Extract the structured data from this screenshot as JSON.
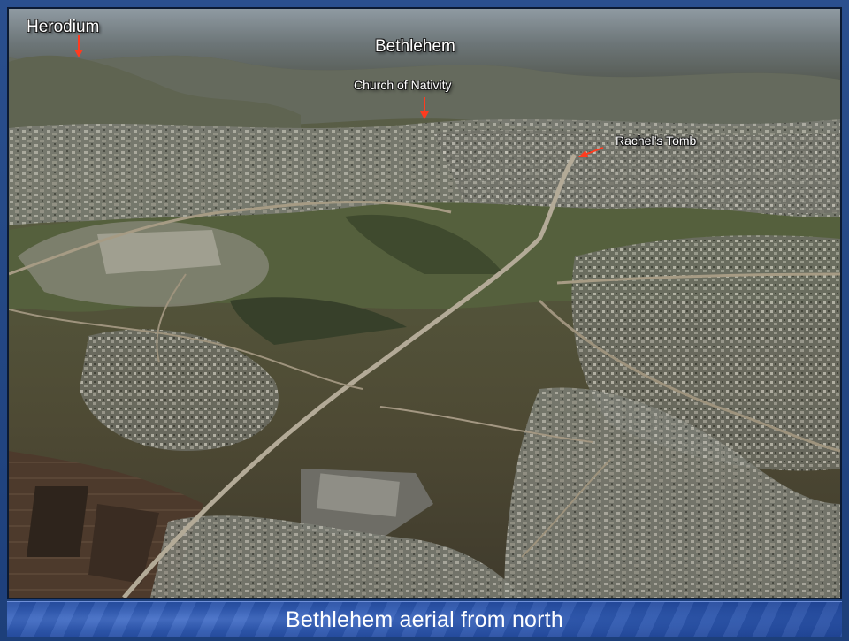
{
  "slide": {
    "caption": "Bethlehem aerial from north"
  },
  "photo": {
    "labels": {
      "herodium": "Herodium",
      "bethlehem": "Bethlehem",
      "church_of_nativity": "Church of Nativity",
      "rachels_tomb": "Rachel’s Tomb"
    }
  },
  "colors": {
    "arrow": "#ff3b1f",
    "caption_bar": "#2e58b0",
    "label_text": "#ffffff"
  }
}
